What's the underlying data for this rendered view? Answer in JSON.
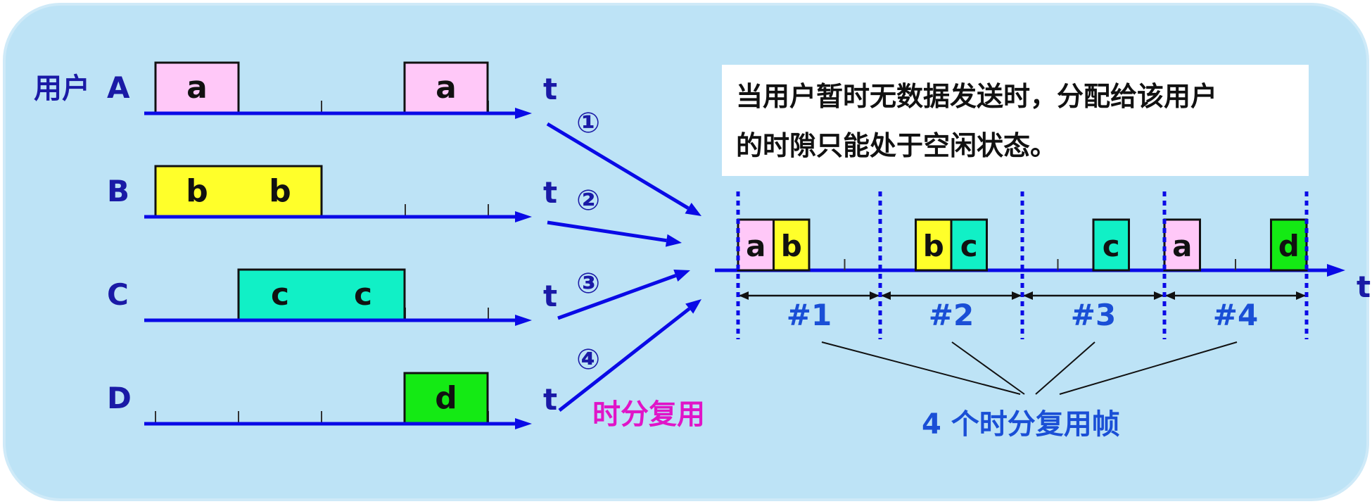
{
  "colors": {
    "panel_bg": "#bde3f6",
    "axis_blue": "#0a0ae6",
    "label_navy": "#1a1aa6",
    "slot_a": "#ffc8f8",
    "slot_b": "#ffff2a",
    "slot_c": "#11f0c6",
    "slot_d": "#14ea14",
    "magenta": "#e015c8",
    "frame_label": "#1a4fd6"
  },
  "user_prefix": "用户",
  "users": [
    {
      "id": "A",
      "label": "A",
      "axis_label": "t",
      "arrow_label": "①",
      "slots": [
        {
          "letter": "a",
          "index": 0
        },
        {
          "letter": "a",
          "index": 3
        }
      ]
    },
    {
      "id": "B",
      "label": "B",
      "axis_label": "t",
      "arrow_label": "②",
      "slots": [
        {
          "letter": "b",
          "index": 0
        },
        {
          "letter": "b",
          "index": 1
        }
      ]
    },
    {
      "id": "C",
      "label": "C",
      "axis_label": "t",
      "arrow_label": "③",
      "slots": [
        {
          "letter": "c",
          "index": 1
        },
        {
          "letter": "c",
          "index": 2
        }
      ]
    },
    {
      "id": "D",
      "label": "D",
      "axis_label": "t",
      "arrow_label": "④",
      "slots": [
        {
          "letter": "d",
          "index": 3
        }
      ]
    }
  ],
  "tdm_label": "时分复用",
  "note_lines": [
    "当用户暂时无数据发送时，分配给该用户",
    "的时隙只能处于空闲状态。"
  ],
  "frames": [
    {
      "label": "#1",
      "slots": [
        "a",
        "b",
        "",
        ""
      ]
    },
    {
      "label": "#2",
      "slots": [
        "",
        "b",
        "c",
        ""
      ]
    },
    {
      "label": "#3",
      "slots": [
        "",
        "",
        "c",
        ""
      ]
    },
    {
      "label": "#4",
      "slots": [
        "a",
        "",
        "",
        "d"
      ]
    }
  ],
  "combined_axis_label": "t",
  "frames_caption": "4 个时分复用帧"
}
